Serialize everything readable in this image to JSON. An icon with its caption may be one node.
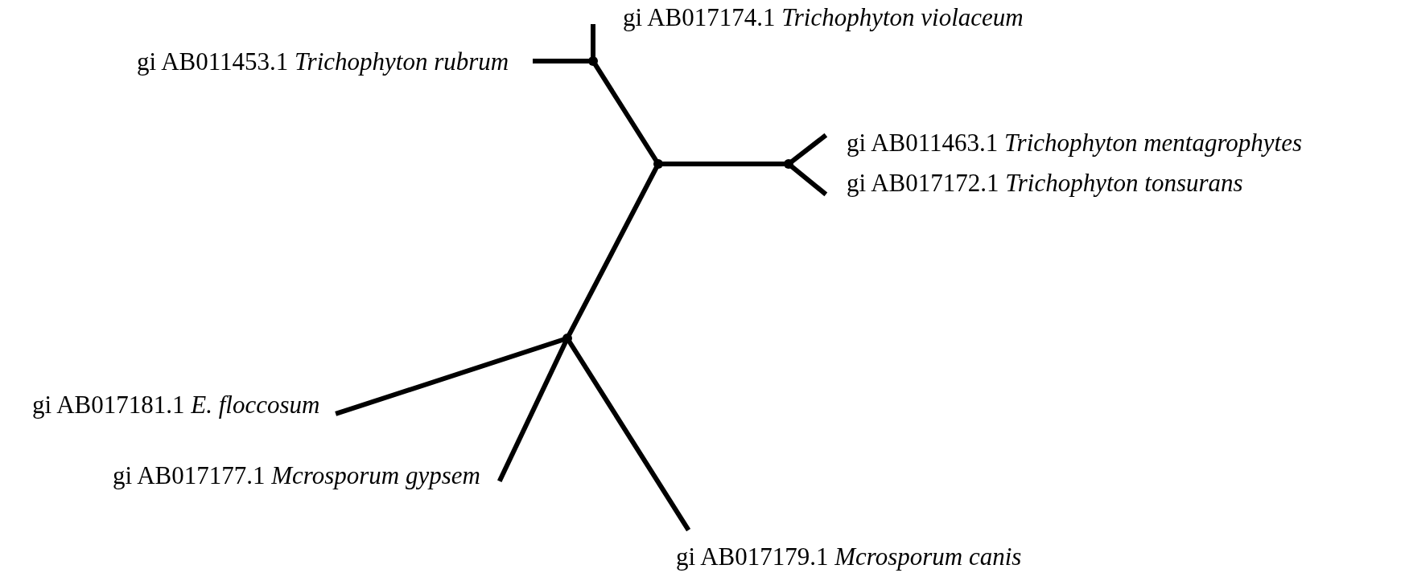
{
  "diagram": {
    "nodes": [
      {
        "text": [
          "gi AB017174.1 *Trichophyton violaceum*"
        ]
      },
      {
        "text": [
          "gi AB011453.1 *Trichophyton rubrum*"
        ]
      },
      {
        "text": [],
        "shape": "point"
      },
      {
        "text": [],
        "shape": "point"
      },
      {
        "text": [],
        "shape": "point"
      },
      {
        "text": [
          "gi AB011463.1 *Trichophyton mentagrophytes*"
        ]
      },
      {
        "text": [
          "gi AB017172.1 *Trichophyton tonsurans*"
        ]
      },
      {
        "text": [],
        "shape": "point"
      },
      {
        "text": [
          "gi AB017181.1 *E. floccosum*"
        ]
      },
      {
        "text": [
          "gi AB017177.1 *Mcrosporum gypsem*"
        ]
      },
      {
        "text": [
          "gi AB017179.1 *Mcrosporum canis*"
        ]
      }
    ],
    "edges": [
      {
        "from": 2,
        "to": 0,
        "arrow": "none"
      },
      {
        "from": 2,
        "to": 1,
        "arrow": "none"
      },
      {
        "from": 3,
        "to": 2,
        "arrow": "none"
      },
      {
        "from": 3,
        "to": 4,
        "arrow": "none"
      },
      {
        "from": 4,
        "to": 5,
        "arrow": "none"
      },
      {
        "from": 4,
        "to": 6,
        "arrow": "none"
      },
      {
        "from": 7,
        "to": 3,
        "arrow": "none"
      },
      {
        "from": 7,
        "to": 8,
        "arrow": "none"
      },
      {
        "from": 7,
        "to": 9,
        "arrow": "none"
      },
      {
        "from": 7,
        "to": 10,
        "arrow": "none"
      }
    ]
  }
}
